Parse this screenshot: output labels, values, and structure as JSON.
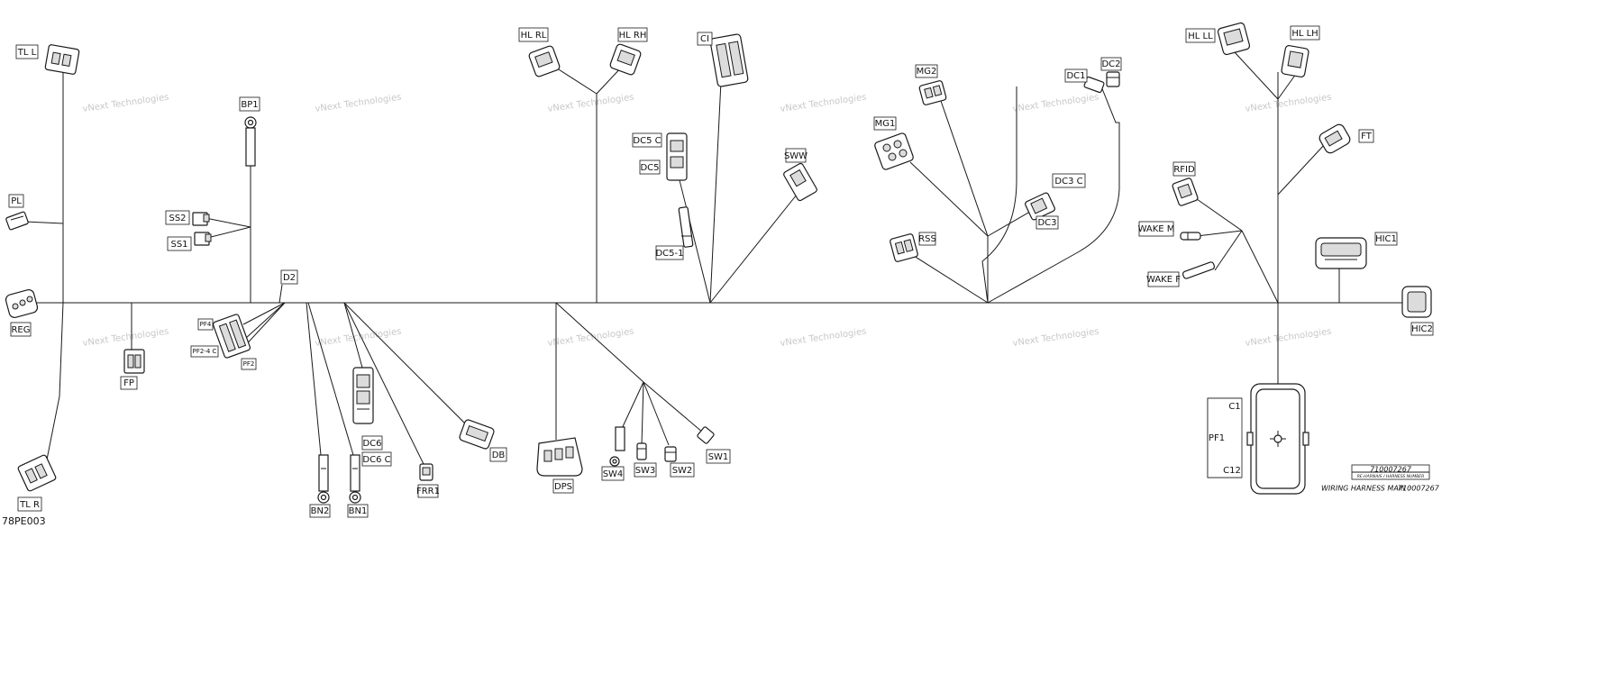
{
  "figure_id": "78PE003",
  "watermark": "vNext Technologies",
  "part_number_box": {
    "number": "710007267",
    "sub_label": "RE-HARNAIS / HARNESS NUMBER",
    "caption": "WIRING HARNESS MAIN :",
    "caption_number": "710007267"
  },
  "ecu": {
    "label": "PF1",
    "pin_top": "C1",
    "pin_bottom": "C12"
  },
  "connectors": {
    "tl_l": "TL L",
    "pl": "PL",
    "reg": "REG",
    "tl_r": "TL R",
    "fp": "FP",
    "bp1": "BP1",
    "ss2": "SS2",
    "ss1": "SS1",
    "d2": "D2",
    "pf4": "PF4",
    "pf2_4_c": "PF2-4 C",
    "pf2": "PF2",
    "bn2": "BN2",
    "bn1": "BN1",
    "dc6": "DC6",
    "dc6_c": "DC6 C",
    "frr1": "FRR1",
    "db": "DB",
    "dps": "DPS",
    "sw4": "SW4",
    "sw3": "SW3",
    "sw2": "SW2",
    "sw1": "SW1",
    "hl_rl": "HL RL",
    "hl_rh": "HL RH",
    "ci": "CI",
    "dc5_c": "DC5 C",
    "dc5": "DC5",
    "dc5_1": "DC5-1",
    "sww": "SWW",
    "mg2": "MG2",
    "mg1": "MG1",
    "rss": "RSS",
    "dc1": "DC1",
    "dc2": "DC2",
    "dc3_c": "DC3 C",
    "dc3": "DC3",
    "hl_ll": "HL LL",
    "hl_lh": "HL LH",
    "ft": "FT",
    "rfid": "RFID",
    "wake_m": "WAKE M",
    "wake_f": "WAKE F",
    "hic1": "HIC1",
    "hic2": "HIC2"
  }
}
